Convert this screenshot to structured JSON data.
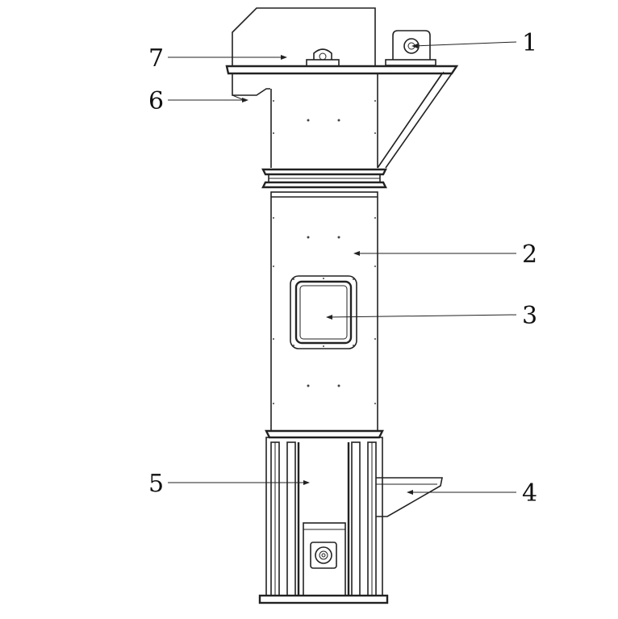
{
  "diagram": {
    "colors": {
      "line": "#222222",
      "background": "#ffffff",
      "callout_text": "#111111"
    },
    "callouts": [
      {
        "id": "1",
        "label": "1"
      },
      {
        "id": "2",
        "label": "2"
      },
      {
        "id": "3",
        "label": "3"
      },
      {
        "id": "4",
        "label": "4"
      },
      {
        "id": "5",
        "label": "5"
      },
      {
        "id": "6",
        "label": "6"
      },
      {
        "id": "7",
        "label": "7"
      }
    ]
  }
}
